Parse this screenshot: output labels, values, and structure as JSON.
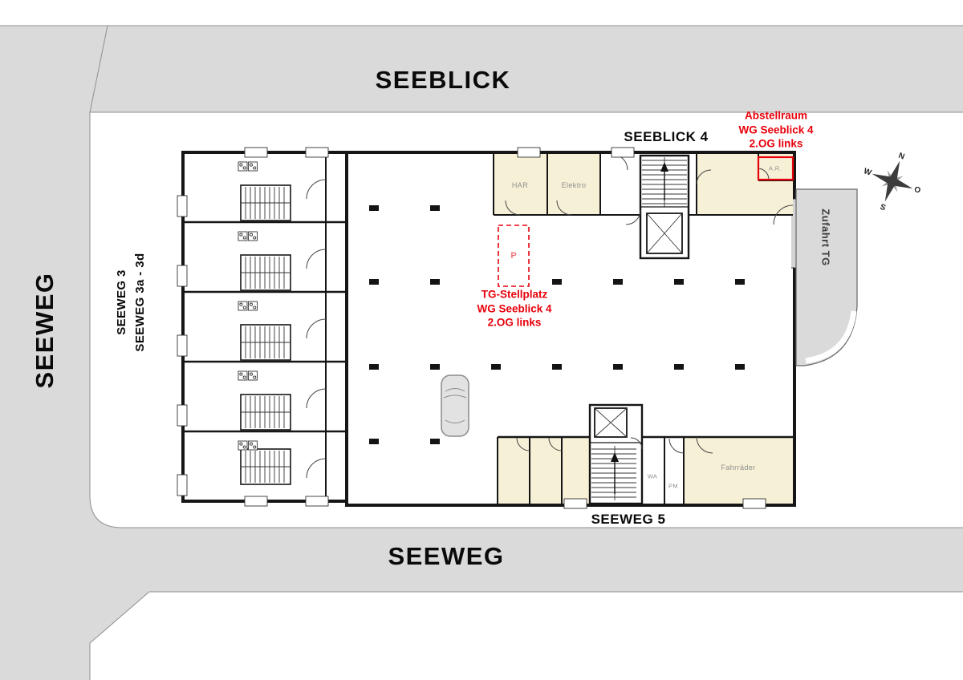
{
  "streets": {
    "top": "SEEBLICK",
    "left": "SEEWEG",
    "bottom": "SEEWEG"
  },
  "buildings": {
    "seeblick4": "SEEBLICK 4",
    "seeweg5": "SEEWEG 5",
    "seeweg3": {
      "line1": "SEEWEG 3",
      "line2": "SEEWEG 3a - 3d"
    }
  },
  "annotations": {
    "abstellraum": {
      "line1": "Abstellraum",
      "line2": "WG Seeblick 4",
      "line3": "2.OG links"
    },
    "stellplatz": {
      "line1": "TG-Stellplatz",
      "line2": "WG Seeblick 4",
      "line3": "2.OG links"
    },
    "parking_marker": "P"
  },
  "rooms": {
    "har": "HAR",
    "elektro": "Elektro",
    "fahrraeder": "Fahrräder",
    "wa": "WA",
    "pm": "PM",
    "abstellraum_short": "A.R."
  },
  "ramp": {
    "label": "Zufahrt TG"
  },
  "compass": {
    "n": "N",
    "o": "O",
    "s": "S",
    "w": "W"
  },
  "colors": {
    "street": "#dadada",
    "garage": "#d4d4d4",
    "room": "#f6f0d6",
    "wall": "#161616",
    "red": "#e8000b",
    "muted": "#8f8f8f"
  }
}
